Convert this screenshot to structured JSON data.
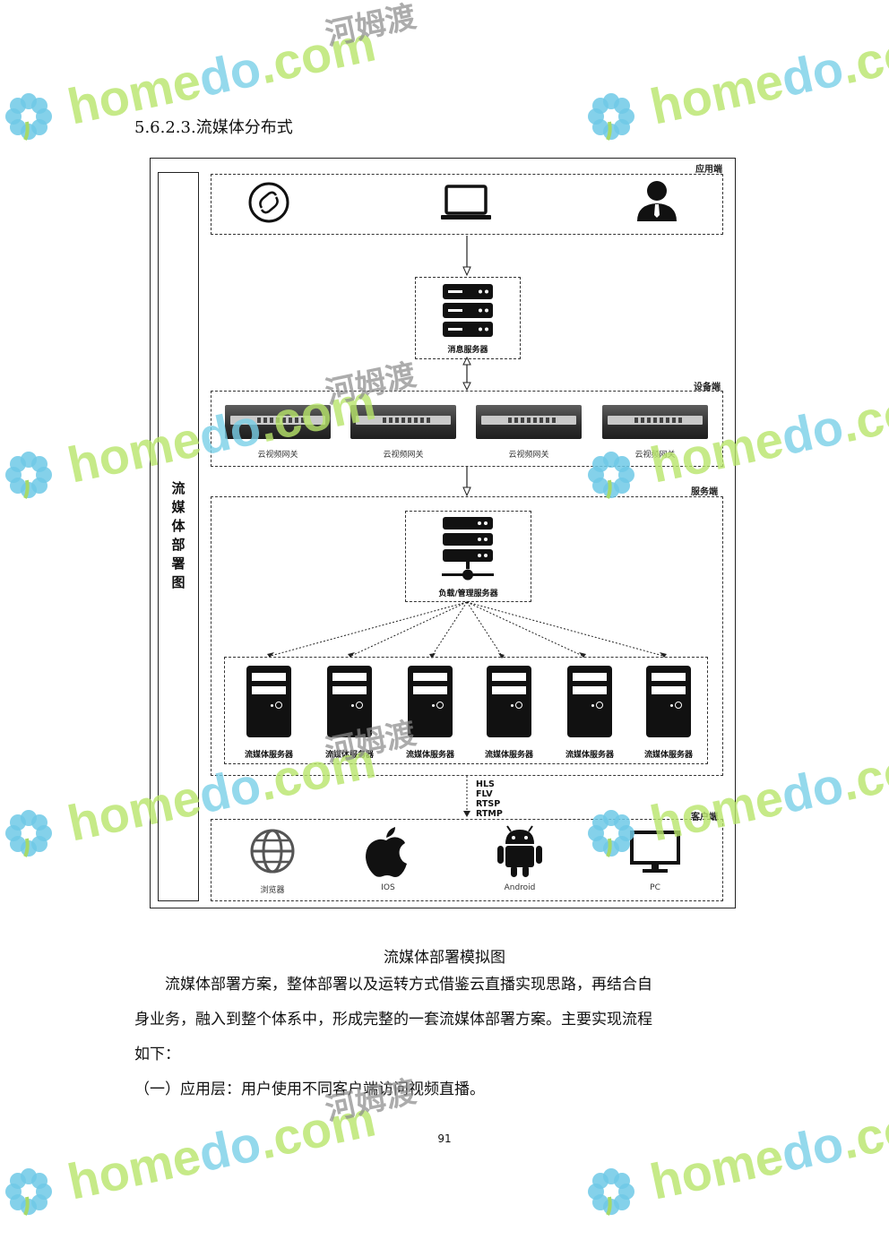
{
  "heading": "5.6.2.3.流媒体分布式",
  "diagram": {
    "side_label": "流媒体部署图",
    "sections": {
      "app": "应用端",
      "device": "设备端",
      "service": "服务端",
      "client": "客户端"
    },
    "message_server": "消息服务器",
    "gateways": [
      "云视频网关",
      "云视频网关",
      "云视频网关",
      "云视频网关"
    ],
    "load_server": "负载/管理服务器",
    "media_servers": [
      "流媒体服务器",
      "流媒体服务器",
      "流媒体服务器",
      "流媒体服务器",
      "流媒体服务器",
      "流媒体服务器"
    ],
    "protocols": [
      "HLS",
      "FLV",
      "RTSP",
      "RTMP"
    ],
    "clients": [
      "浏览器",
      "IOS",
      "Android",
      "PC"
    ]
  },
  "caption": "流媒体部署模拟图",
  "paragraphs": [
    "　　流媒体部署方案，整体部署以及运转方式借鉴云直播实现思路，再结合自",
    "身业务，融入到整个体系中，形成完整的一套流媒体部署方案。主要实现流程",
    "如下：",
    "（一）应用层：用户使用不同客户端访问视频直播。"
  ],
  "page_number": "91",
  "watermark": {
    "latin_part1": "home",
    "latin_part2": "do",
    "latin_part3": ".com",
    "chinese": "河姆渡"
  }
}
